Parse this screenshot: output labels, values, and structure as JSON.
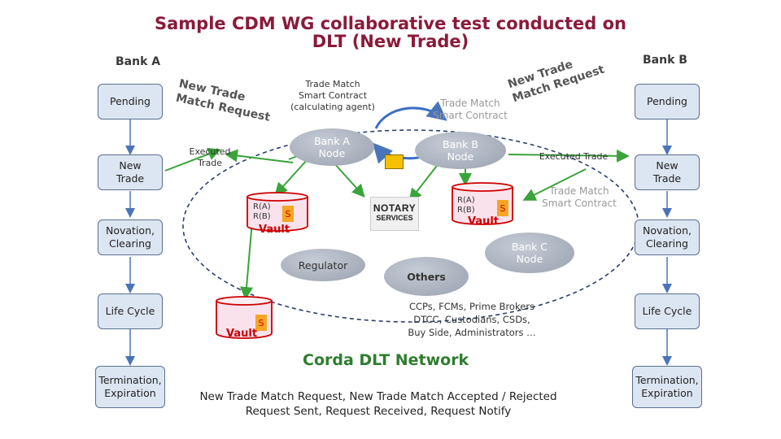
{
  "title": "Sample CDM WG collaborative test conducted on\nDLT (New Trade)",
  "bank_a_label": "Bank  A",
  "bank_b_label": "Bank  B",
  "lanes_left": [
    "Pending",
    "New\nTrade",
    "Novation,\nClearing",
    "Life Cycle",
    "Termination,\nExpiration"
  ],
  "lanes_right": [
    "Pending",
    "New\nTrade",
    "Novation,\nClearing",
    "Life Cycle",
    "Termination,\nExpiration"
  ],
  "ntmr_left": "New Trade Match Request",
  "ntmr_right": "New Trade Match Request",
  "trade_match_smart_contract_calc": "Trade Match\nSmart Contract\n(calculating agent)",
  "trade_match_smart_contract_b": "Trade Match\nSmart Contract",
  "trade_match_smart_contract_c": "Trade Match\nSmart Contract",
  "executed_trade_left": "Executed\nTrade",
  "executed_trade_right": "Executed Trade",
  "bank_a_node": "Bank A\nNode",
  "bank_b_node": "Bank B\nNode",
  "bank_c_node": "Bank C\nNode",
  "regulator": "Regulator",
  "others": "Others",
  "vault": "Vault",
  "cylinder_text": "R(A)\nR(B)",
  "s_label": "S",
  "notary_line1": "NOTARY",
  "notary_line2": "SERVICES",
  "others_list": "CCPs, FCMs, Prime Brokers\nDTCC, Custodians, CSDs,\nBuy Side, Administrators …",
  "network_label": "Corda DLT Network",
  "footer": "New Trade Match Request, New Trade Match Accepted / Rejected\nRequest Sent, Request Received, Request Notify",
  "colors": {
    "title": "#8b1a3a",
    "arrow": "#3aa33a",
    "lane_arrow": "#4a74b8",
    "vault": "#cc0000",
    "corda": "#2e7d2e"
  }
}
